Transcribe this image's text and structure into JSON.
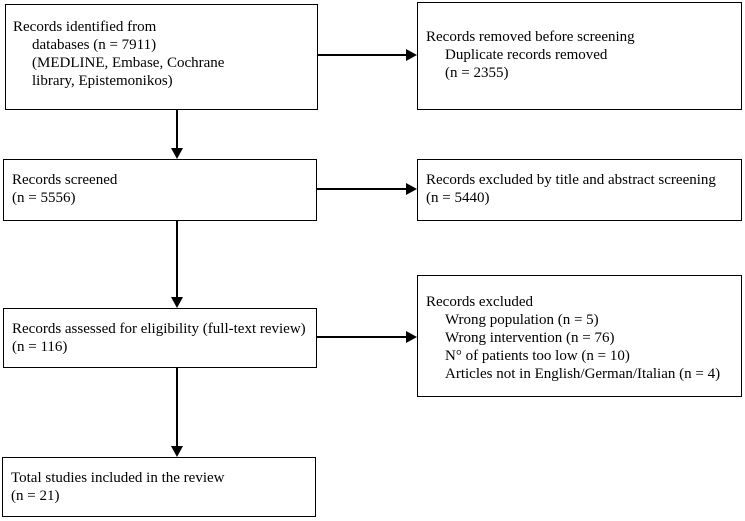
{
  "colors": {
    "background": "#ffffff",
    "box_border": "#000000",
    "text": "#000000",
    "arrow": "#000000"
  },
  "icons": {
    "arrowhead_right": "▶",
    "arrowhead_down": "▼"
  },
  "flowchart": {
    "boxes": [
      {
        "id": "records-identified",
        "lines": [
          "Records identified from",
          "databases (n = 7911)",
          "(MEDLINE, Embase, Cochrane",
          "library, Epistemonikos)"
        ]
      },
      {
        "id": "records-removed-before-screening",
        "lines": [
          "Records removed before screening",
          "Duplicate records removed",
          "(n = 2355)"
        ]
      },
      {
        "id": "records-screened",
        "lines": [
          "Records screened",
          "(n = 5556)"
        ]
      },
      {
        "id": "records-excluded-title-abstract",
        "lines": [
          "Records excluded by title and abstract screening",
          "(n = 5440)"
        ]
      },
      {
        "id": "records-assessed-eligibility",
        "lines": [
          "Records assessed for eligibility (full-text review)",
          "(n = 116)"
        ]
      },
      {
        "id": "records-excluded-fulltext",
        "lines": [
          "Records excluded",
          "Wrong population (n = 5)",
          "Wrong intervention (n = 76)",
          "N° of patients too low (n = 10)",
          "Articles not in English/German/Italian (n = 4)"
        ]
      },
      {
        "id": "total-studies-included",
        "lines": [
          "Total studies included in the review",
          "(n = 21)"
        ]
      }
    ],
    "connectors": [
      {
        "from": "records-identified",
        "to": "records-removed-before-screening",
        "direction": "right"
      },
      {
        "from": "records-identified",
        "to": "records-screened",
        "direction": "down"
      },
      {
        "from": "records-screened",
        "to": "records-excluded-title-abstract",
        "direction": "right"
      },
      {
        "from": "records-screened",
        "to": "records-assessed-eligibility",
        "direction": "down"
      },
      {
        "from": "records-assessed-eligibility",
        "to": "records-excluded-fulltext",
        "direction": "right"
      },
      {
        "from": "records-assessed-eligibility",
        "to": "total-studies-included",
        "direction": "down"
      }
    ]
  }
}
